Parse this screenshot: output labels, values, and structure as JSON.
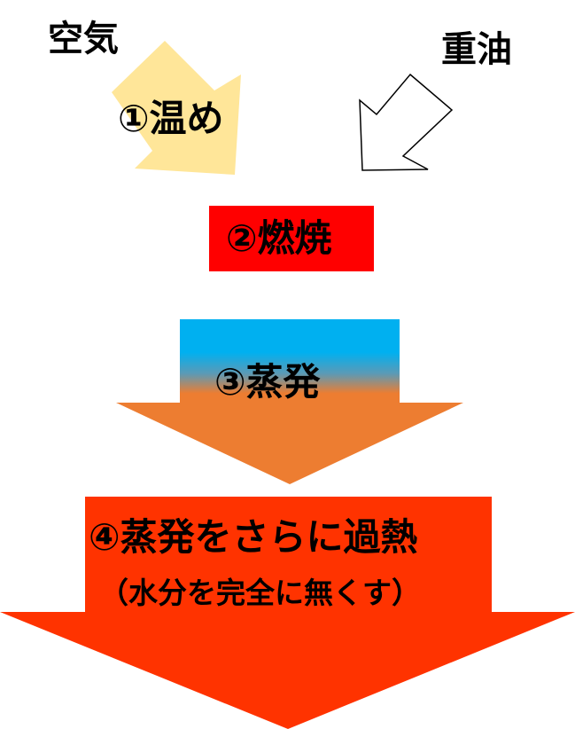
{
  "inputs": {
    "air": "空気",
    "fuel_oil": "重油"
  },
  "steps": {
    "warm": "①温め",
    "combustion": "②燃焼",
    "evaporation": "③蒸発",
    "superheat": "④蒸発をさらに過熱",
    "superheat_note": "（水分を完全に無くす）"
  },
  "colors": {
    "warm_arrow": "#FFE699",
    "fuel_arrow_outline": "#000000",
    "combustion_box": "#FF0000",
    "evaporation_top": "#00B0F0",
    "evaporation_bottom": "#ED7D31",
    "superheat_arrow": "#FF3300"
  }
}
